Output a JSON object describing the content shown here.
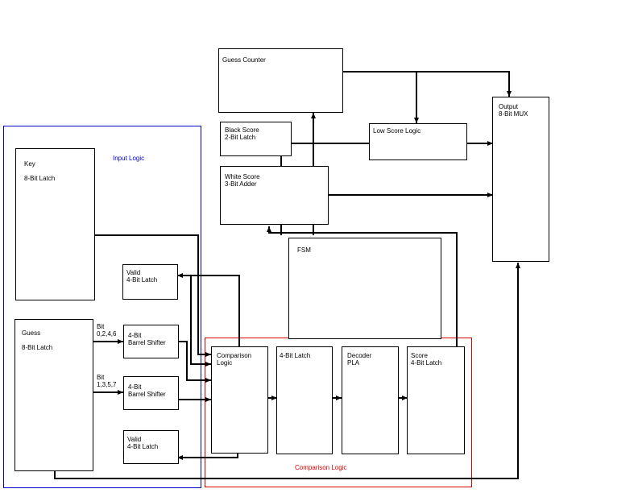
{
  "groups": {
    "input_logic": "Input Logic",
    "comparison_logic": "Comparison Logic"
  },
  "blocks": {
    "guess_counter": "Guess Counter",
    "black_score": {
      "line1": "Black Score",
      "line2": "2-Bit Latch"
    },
    "white_score": {
      "line1": "White Score",
      "line2": "3-Bit Adder"
    },
    "low_score_logic": "Low Score Logic",
    "output": {
      "line1": "Output",
      "line2": "8-Bit MUX"
    },
    "key": {
      "line1": "Key",
      "line2": "8-Bit Latch"
    },
    "guess": {
      "line1": "Guess",
      "line2": "8-Bit Latch"
    },
    "valid_top": {
      "line1": "Valid",
      "line2": "4-Bit Latch"
    },
    "valid_bottom": {
      "line1": "Valid",
      "line2": "4-Bit Latch"
    },
    "shifter_top": {
      "line1": "4-Bit",
      "line2": "Barrel Shifter"
    },
    "shifter_bottom": {
      "line1": "4-Bit",
      "line2": "Barrel Shifter"
    },
    "fsm": "FSM",
    "comparison": {
      "line1": "Comparison",
      "line2": "Logic"
    },
    "latch_4bit": "4-Bit Latch",
    "decoder": {
      "line1": "Decoder",
      "line2": "PLA"
    },
    "score": {
      "line1": "Score",
      "line2": "4-Bit Latch"
    }
  },
  "annotations": {
    "bits_even": {
      "line1": "Bit",
      "line2": "0,2,4,6"
    },
    "bits_odd": {
      "line1": "Bit",
      "line2": "1,3,5,7"
    }
  },
  "colors": {
    "input_group": "#0000c8",
    "comparison_group": "#e00000",
    "wire": "#000000"
  }
}
